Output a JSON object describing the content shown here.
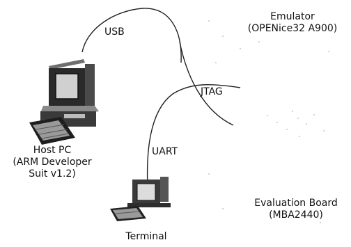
{
  "nodes": {
    "host_pc": {
      "name": "Host PC",
      "detail_line1": "(ARM Developer",
      "detail_line2": "Suit v1.2)"
    },
    "emulator": {
      "name": "Emulator",
      "detail": "(OPENice32 A900)"
    },
    "evaluation_board": {
      "name": "Evaluation Board",
      "detail": "(MBA2440)"
    },
    "terminal": {
      "name": "Terminal"
    }
  },
  "connections": {
    "usb": "USB",
    "jtag": "JTAG",
    "uart": "UART"
  }
}
